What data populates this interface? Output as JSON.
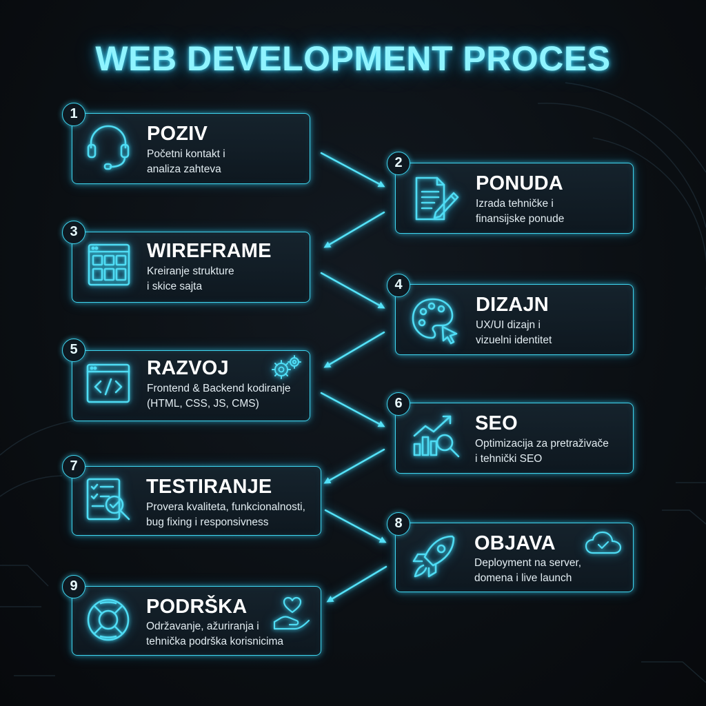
{
  "title": "WEB DEVELOPMENT PROCES",
  "colors": {
    "accent": "#3fd6f0",
    "title_glow": "#8ff4ff",
    "background": "#0b0f13"
  },
  "steps": [
    {
      "number": "1",
      "title": "POZIV",
      "line1": "Početni kontakt i",
      "line2": "analiza zahteva",
      "icon": "headset-icon"
    },
    {
      "number": "2",
      "title": "PONUDA",
      "line1": "Izrada tehničke i",
      "line2": "finansijske ponude",
      "icon": "document-pen-icon"
    },
    {
      "number": "3",
      "title": "WIREFRAME",
      "line1": "Kreiranje strukture",
      "line2": "i skice sajta",
      "icon": "wireframe-grid-icon"
    },
    {
      "number": "4",
      "title": "DIZAJN",
      "line1": "UX/UI dizajn i",
      "line2": "vizuelni identitet",
      "icon": "palette-cursor-icon"
    },
    {
      "number": "5",
      "title": "RAZVOJ",
      "line1": "Frontend & Backend kodiranje",
      "line2": "(HTML, CSS, JS, CMS)",
      "icon": "code-window-icon",
      "extra_icon": "gears-icon"
    },
    {
      "number": "6",
      "title": "SEO",
      "line1": "Optimizacija za pretraživače",
      "line2": "i tehnički SEO",
      "icon": "chart-magnifier-icon"
    },
    {
      "number": "7",
      "title": "TESTIRANJE",
      "line1": "Provera kvaliteta, funkcionalnosti,",
      "line2": "bug fixing i responsivness",
      "icon": "checklist-magnifier-icon"
    },
    {
      "number": "8",
      "title": "OBJAVA",
      "line1": "Deployment na server,",
      "line2": "domena i live launch",
      "icon": "rocket-icon",
      "extra_icon": "cloud-check-icon"
    },
    {
      "number": "9",
      "title": "PODRŠKA",
      "line1": "Održavanje, ažuriranja i",
      "line2": "tehnička podrška korisnicima",
      "icon": "lifebuoy-icon",
      "extra_icon": "hand-heart-icon"
    }
  ]
}
